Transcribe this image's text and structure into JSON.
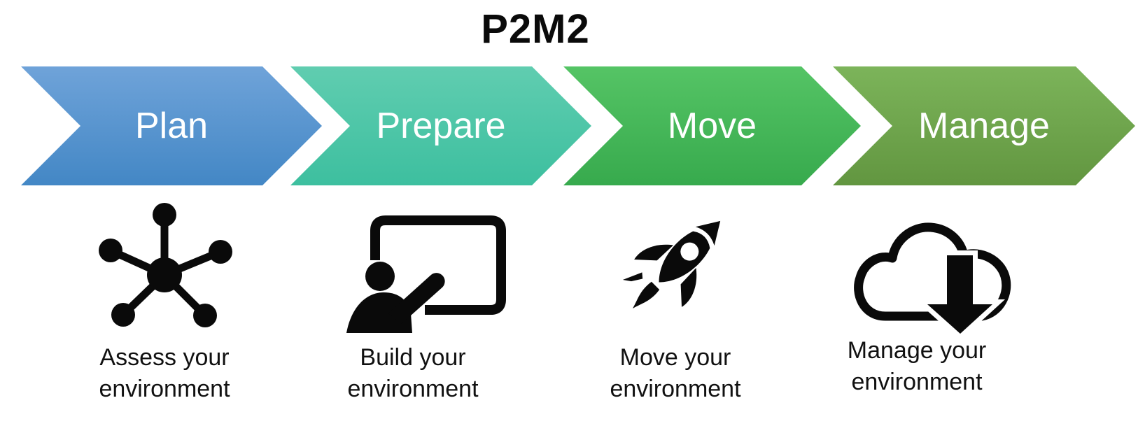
{
  "title": "P2M2",
  "colors": {
    "icon": "#0a0a0a",
    "caption_text": "#111111",
    "label_text": "#ffffff"
  },
  "steps": [
    {
      "label": "Plan",
      "caption": "Assess your\nenvironment",
      "icon": "network-hub-icon",
      "color_top": "#6FA3D9",
      "color_bottom": "#4387C5"
    },
    {
      "label": "Prepare",
      "caption": "Build your\nenvironment",
      "icon": "presenter-whiteboard-icon",
      "color_top": "#60CDB0",
      "color_bottom": "#3DBF9F"
    },
    {
      "label": "Move",
      "caption": "Move your\nenvironment",
      "icon": "rocket-icon",
      "color_top": "#55C465",
      "color_bottom": "#37AA4D"
    },
    {
      "label": "Manage",
      "caption": "Manage your\nenvironment",
      "icon": "cloud-download-icon",
      "color_top": "#7CB45A",
      "color_bottom": "#629640"
    }
  ]
}
